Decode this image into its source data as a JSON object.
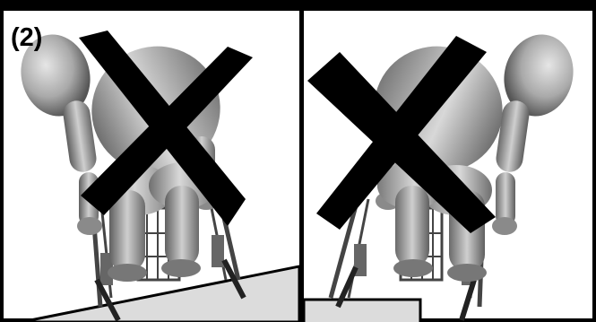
{
  "figure": {
    "panel_label": "(2)",
    "panels": [
      {
        "id": "left",
        "ramp_direction": "descending-left",
        "mark": "x-mark"
      },
      {
        "id": "right",
        "ramp_direction": "step-right",
        "mark": "x-mark"
      }
    ],
    "colors": {
      "border": "#000000",
      "mark": "#000000",
      "figure_shade": "#9a9a9a",
      "ramp": "#dcdcdc"
    }
  }
}
